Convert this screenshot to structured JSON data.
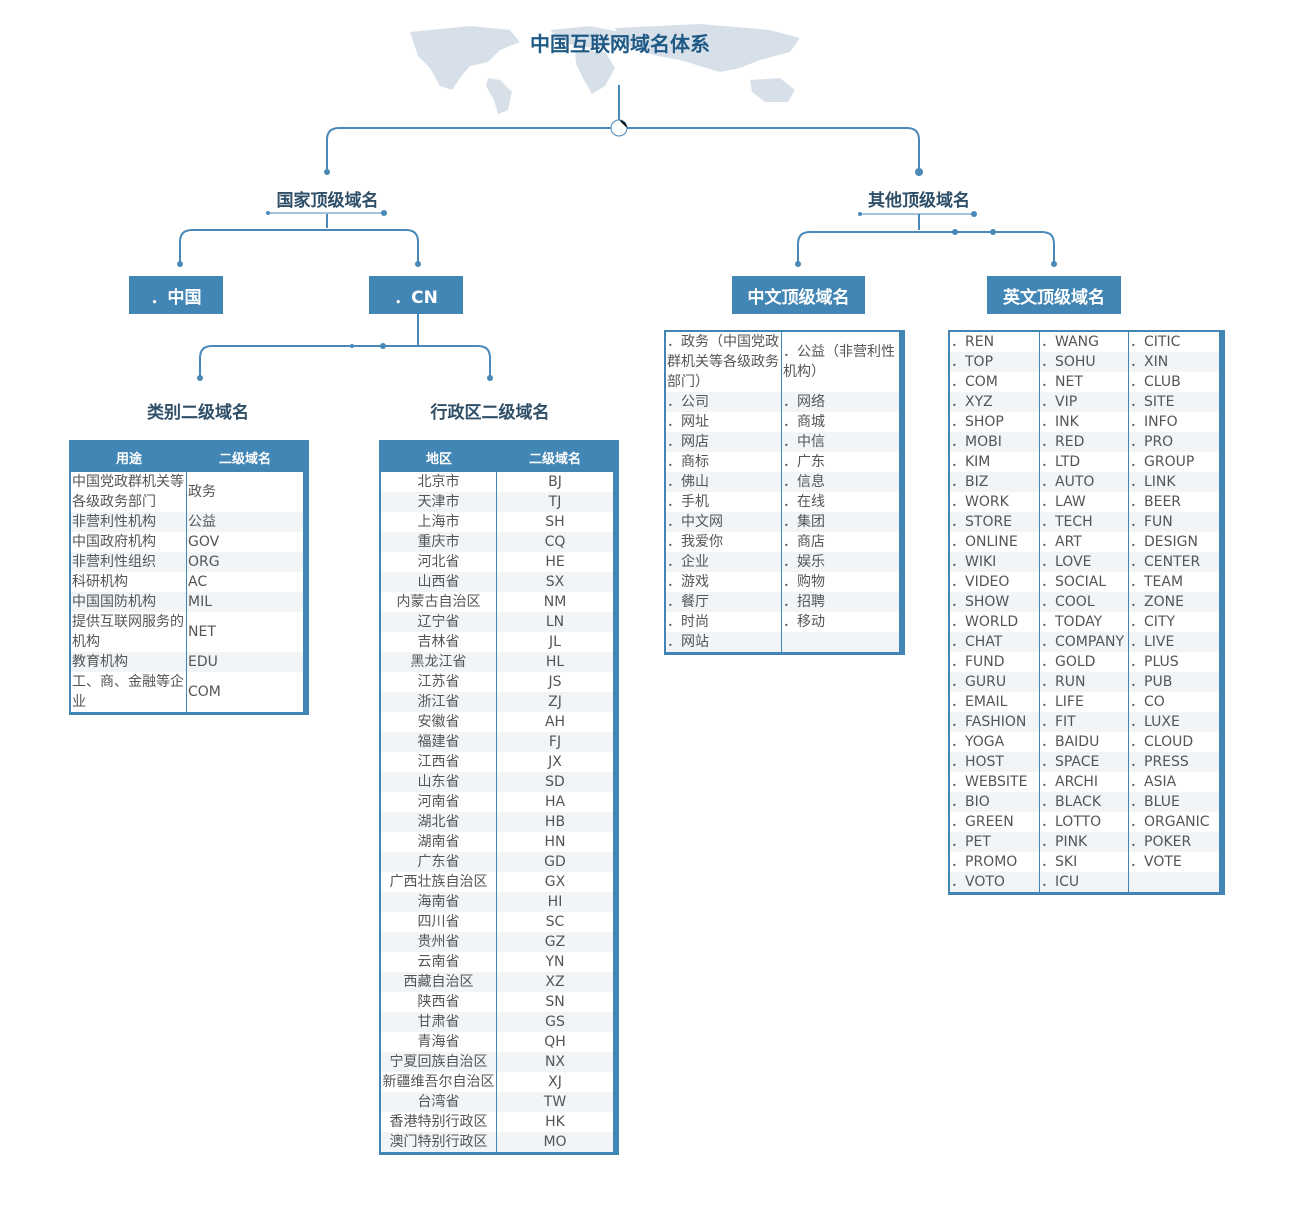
{
  "root": {
    "title": "中国互联网域名体系"
  },
  "level1": {
    "left": "国家顶级域名",
    "right": "其他顶级域名"
  },
  "level2": {
    "zh_cn": "．中国",
    "cn": "．CN",
    "zh_tld": "中文顶级域名",
    "en_tld": "英文顶级域名"
  },
  "level3": {
    "category": "类别二级域名",
    "region": "行政区二级域名"
  },
  "category_table": {
    "headers": [
      "用途",
      "二级域名"
    ],
    "rows": [
      [
        "中国党政群机关等各级政务部门",
        "政务"
      ],
      [
        "非营利性机构",
        "公益"
      ],
      [
        "中国政府机构",
        "GOV"
      ],
      [
        "非营利性组织",
        "ORG"
      ],
      [
        "科研机构",
        "AC"
      ],
      [
        "中国国防机构",
        "MIL"
      ],
      [
        "提供互联网服务的机构",
        "NET"
      ],
      [
        "教育机构",
        "EDU"
      ],
      [
        "工、商、金融等企业",
        "COM"
      ]
    ]
  },
  "region_table": {
    "headers": [
      "地区",
      "二级域名"
    ],
    "rows": [
      [
        "北京市",
        "BJ"
      ],
      [
        "天津市",
        "TJ"
      ],
      [
        "上海市",
        "SH"
      ],
      [
        "重庆市",
        "CQ"
      ],
      [
        "河北省",
        "HE"
      ],
      [
        "山西省",
        "SX"
      ],
      [
        "内蒙古自治区",
        "NM"
      ],
      [
        "辽宁省",
        "LN"
      ],
      [
        "吉林省",
        "JL"
      ],
      [
        "黑龙江省",
        "HL"
      ],
      [
        "江苏省",
        "JS"
      ],
      [
        "浙江省",
        "ZJ"
      ],
      [
        "安徽省",
        "AH"
      ],
      [
        "福建省",
        "FJ"
      ],
      [
        "江西省",
        "JX"
      ],
      [
        "山东省",
        "SD"
      ],
      [
        "河南省",
        "HA"
      ],
      [
        "湖北省",
        "HB"
      ],
      [
        "湖南省",
        "HN"
      ],
      [
        "广东省",
        "GD"
      ],
      [
        "广西壮族自治区",
        "GX"
      ],
      [
        "海南省",
        "HI"
      ],
      [
        "四川省",
        "SC"
      ],
      [
        "贵州省",
        "GZ"
      ],
      [
        "云南省",
        "YN"
      ],
      [
        "西藏自治区",
        "XZ"
      ],
      [
        "陕西省",
        "SN"
      ],
      [
        "甘肃省",
        "GS"
      ],
      [
        "青海省",
        "QH"
      ],
      [
        "宁夏回族自治区",
        "NX"
      ],
      [
        "新疆维吾尔自治区",
        "XJ"
      ],
      [
        "台湾省",
        "TW"
      ],
      [
        "香港特别行政区",
        "HK"
      ],
      [
        "澳门特别行政区",
        "MO"
      ]
    ]
  },
  "zh_tld_table": {
    "rows": [
      [
        "．政务（中国党政群机关等各级政务部门）",
        "．公益（非营利性机构）"
      ],
      [
        "．公司",
        "．网络"
      ],
      [
        "．网址",
        "．商城"
      ],
      [
        "．网店",
        "．中信"
      ],
      [
        "．商标",
        "．广东"
      ],
      [
        "．佛山",
        "．信息"
      ],
      [
        "．手机",
        "．在线"
      ],
      [
        "．中文网",
        "．集团"
      ],
      [
        "．我爱你",
        "．商店"
      ],
      [
        "．企业",
        "．娱乐"
      ],
      [
        "．游戏",
        "．购物"
      ],
      [
        "．餐厅",
        "．招聘"
      ],
      [
        "．时尚",
        "．移动"
      ],
      [
        "．网站",
        ""
      ]
    ]
  },
  "en_tld_table": {
    "rows": [
      [
        "．REN",
        "．WANG",
        "．CITIC"
      ],
      [
        "．TOP",
        "．SOHU",
        "．XIN"
      ],
      [
        "．COM",
        "．NET",
        "．CLUB"
      ],
      [
        "．XYZ",
        "．VIP",
        "．SITE"
      ],
      [
        "．SHOP",
        "．INK",
        "．INFO"
      ],
      [
        "．MOBI",
        "．RED",
        "．PRO"
      ],
      [
        "．KIM",
        "．LTD",
        "．GROUP"
      ],
      [
        "．BIZ",
        "．AUTO",
        "．LINK"
      ],
      [
        "．WORK",
        "．LAW",
        "．BEER"
      ],
      [
        "．STORE",
        "．TECH",
        "．FUN"
      ],
      [
        "．ONLINE",
        "．ART",
        "．DESIGN"
      ],
      [
        "．WIKI",
        "．LOVE",
        "．CENTER"
      ],
      [
        "．VIDEO",
        "．SOCIAL",
        "．TEAM"
      ],
      [
        "．SHOW",
        "．COOL",
        "．ZONE"
      ],
      [
        "．WORLD",
        "．TODAY",
        "．CITY"
      ],
      [
        "．CHAT",
        "．COMPANY",
        "．LIVE"
      ],
      [
        "．FUND",
        "．GOLD",
        "．PLUS"
      ],
      [
        "．GURU",
        "．RUN",
        "．PUB"
      ],
      [
        "．EMAIL",
        "．LIFE",
        "．CO"
      ],
      [
        "．FASHION",
        "．FIT",
        "．LUXE"
      ],
      [
        "．YOGA",
        "．BAIDU",
        "．CLOUD"
      ],
      [
        "．HOST",
        "．SPACE",
        "．PRESS"
      ],
      [
        "．WEBSITE",
        "．ARCHI",
        "．ASIA"
      ],
      [
        "．BIO",
        "．BLACK",
        "．BLUE"
      ],
      [
        "．GREEN",
        "．LOTTO",
        "．ORGANIC"
      ],
      [
        "．PET",
        "．PINK",
        "．POKER"
      ],
      [
        "．PROMO",
        "．SKI",
        "．VOTE"
      ],
      [
        "．VOTO",
        "．ICU",
        ""
      ]
    ]
  },
  "colors": {
    "accent": "#4186b5",
    "line": "#4a88b8",
    "title": "#1f5a86"
  }
}
